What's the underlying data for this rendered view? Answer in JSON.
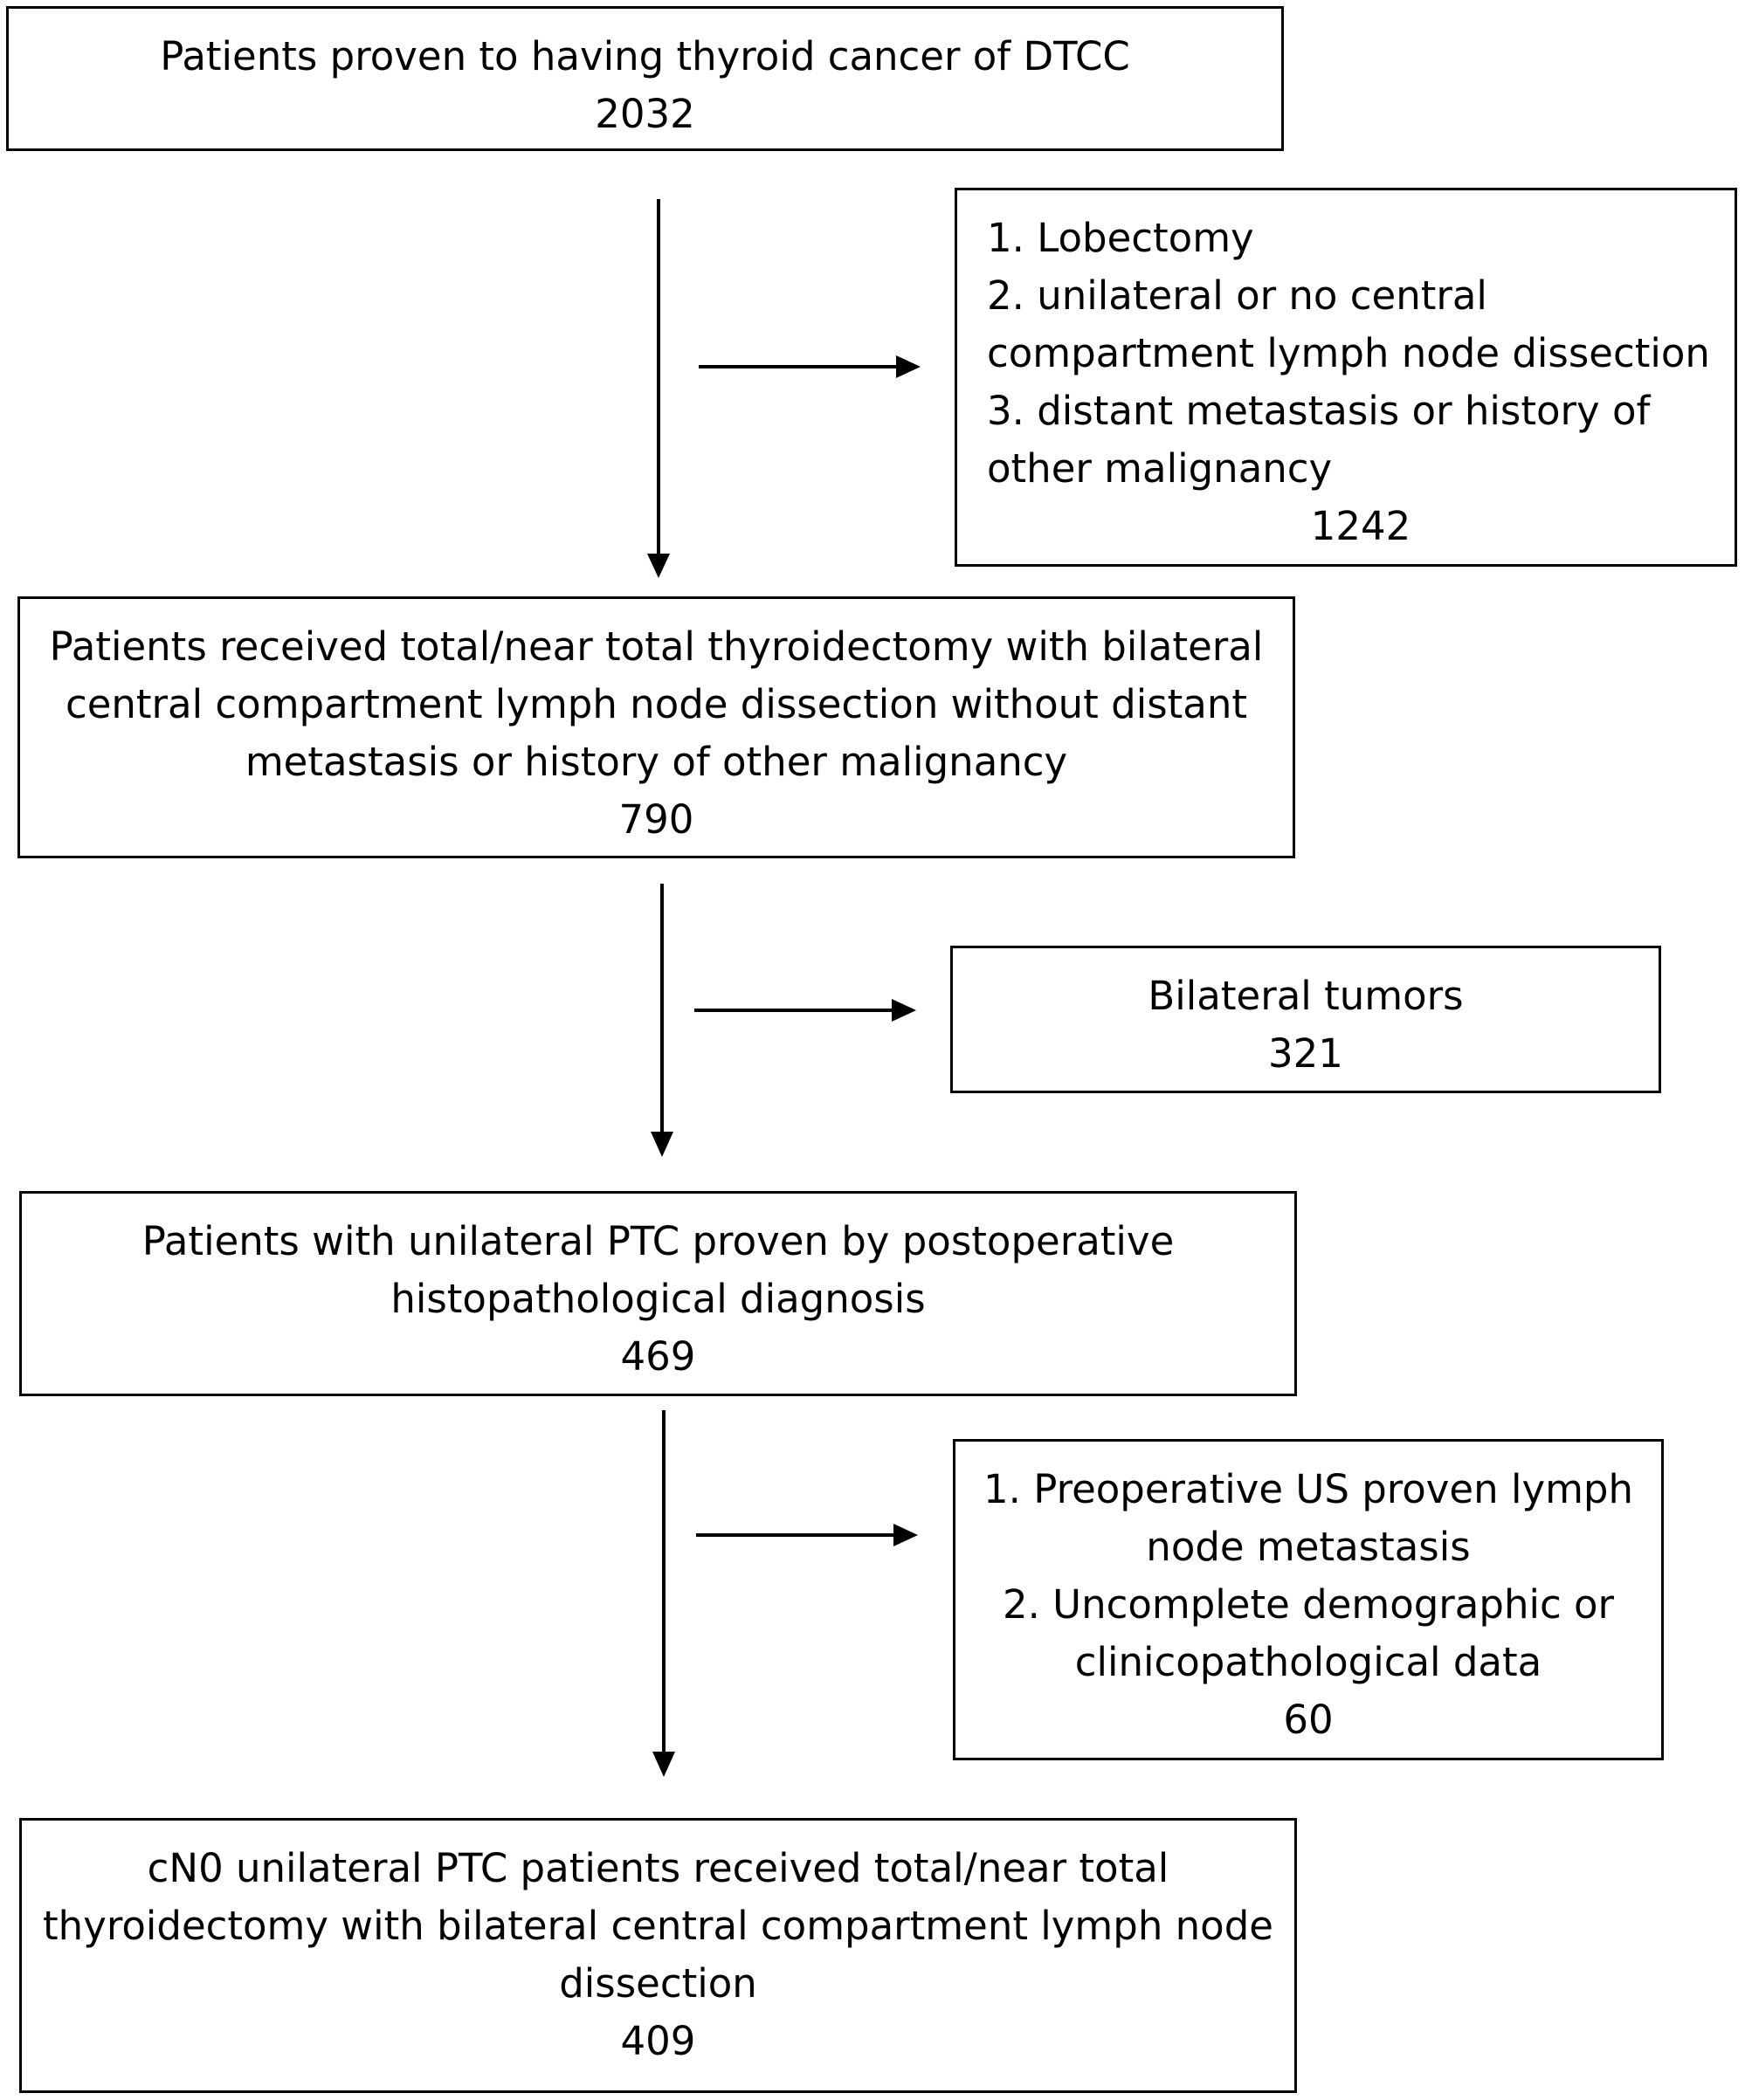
{
  "boxes": {
    "total": {
      "lines": [
        "Patients proven to having thyroid cancer of DTCC"
      ],
      "count": "2032"
    },
    "exclusion_1": {
      "lines": [
        "1. Lobectomy",
        "2. unilateral or no central",
        "compartment lymph node dissection",
        "3.  distant metastasis or history of",
        "other malignancy"
      ],
      "count": "1242"
    },
    "step_2": {
      "lines": [
        "Patients received total/near total thyroidectomy with bilateral",
        "central compartment lymph node dissection without distant",
        "metastasis or history of other malignancy"
      ],
      "count": "790"
    },
    "exclusion_2": {
      "lines": [
        "Bilateral tumors"
      ],
      "count": "321"
    },
    "step_3": {
      "lines": [
        "Patients with unilateral PTC proven by postoperative",
        "histopathological diagnosis"
      ],
      "count": "469"
    },
    "exclusion_3": {
      "lines": [
        "1. Preoperative US proven lymph",
        "node metastasis",
        "2. Uncomplete demographic or",
        "clinicopathological data"
      ],
      "count": "60"
    },
    "final": {
      "lines": [
        "cN0 unilateral PTC patients received total/near total",
        "thyroidectomy with bilateral central compartment lymph node",
        "dissection"
      ],
      "count": "409"
    }
  }
}
